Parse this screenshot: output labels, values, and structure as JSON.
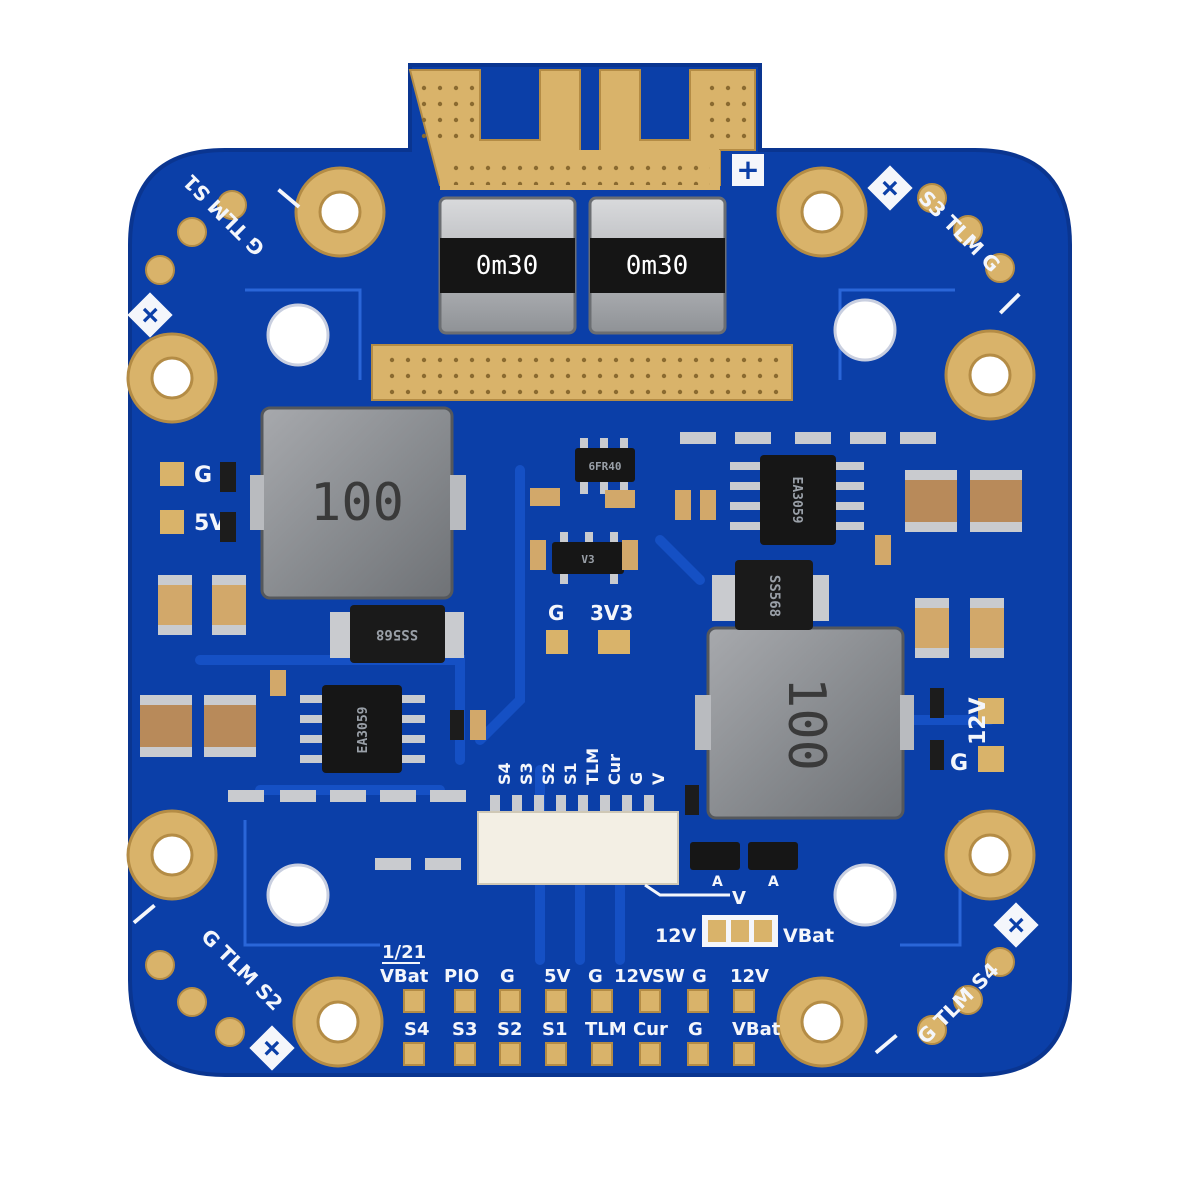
{
  "board": {
    "colors": {
      "pcb": "#0b3fa8",
      "pcb_dark": "#07318a",
      "trace": "#1550c4",
      "gold": "#d9b36a",
      "silk": "#f4f6fb"
    },
    "shunts": [
      {
        "label": "0m30"
      },
      {
        "label": "0m30"
      }
    ],
    "inductors": [
      {
        "label": "100"
      },
      {
        "label": "100"
      }
    ],
    "diodes": [
      {
        "label": "SS568"
      },
      {
        "label": "SS568"
      }
    ],
    "ic_marks": [
      {
        "label": "6FR40"
      },
      {
        "label": "EA3059"
      },
      {
        "label": "V3"
      }
    ],
    "corner_labels": {
      "top_left": "G TLM S1",
      "top_right": "S3 TLM G",
      "bottom_left": "G TLM S2",
      "bottom_right": "G TLM S4"
    },
    "polarity": {
      "plus": "+",
      "minus": "—"
    },
    "rail_labels": {
      "g_left": "G",
      "v5": "5V",
      "g_mid": "G",
      "v3v3": "3V3",
      "v12_right": "12V",
      "g_right": "G"
    },
    "connector_labels": [
      "S4",
      "S3",
      "S2",
      "S1",
      "TLM",
      "Cur",
      "G",
      "V"
    ],
    "jumper": {
      "left": "12V",
      "right": "VBat",
      "mark": "V"
    },
    "version": "1/21",
    "bottom_pads": {
      "row_top": [
        "VBat",
        "PIO",
        "G",
        "5V",
        "G",
        "12V",
        "SW",
        "G",
        "12V"
      ],
      "row_bottom": [
        "S4",
        "S3",
        "S2",
        "S1",
        "TLM",
        "Cur",
        "G",
        "VBat"
      ]
    },
    "cap_marks": [
      "A",
      "A"
    ]
  }
}
